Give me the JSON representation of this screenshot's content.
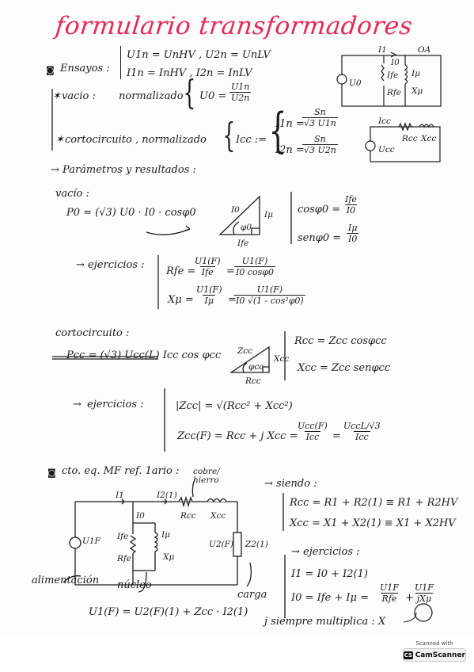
{
  "title": "formulario transformadores",
  "ensayos": {
    "label": "Ensayos :",
    "line1": "U1n = UnHV , U2n = UnLV",
    "line2": "I1n = InHV , I2n = InLV",
    "vacio_label": "vacio :",
    "vacio_norm": "normalizado",
    "vacio_u0": "U0 =",
    "vacio_num": "U1n",
    "vacio_den": "U2n",
    "cc_label": "cortocircuito , normalizado",
    "cc_icc": "Icc :=",
    "cc_i1n": "I1n =",
    "cc_sn": "Sn",
    "cc_den1": "√3 U1n",
    "cc_i2n": "I2n =",
    "cc_den2": "√3 U2n"
  },
  "circuit_top": {
    "i1": "I1",
    "oa": "OA",
    "i0": "I0",
    "ife": "Ife",
    "imu": "Iμ",
    "u0": "U0",
    "rfe": "Rfe",
    "xmu": "Xμ"
  },
  "circuit_cc": {
    "icc": "Icc",
    "ucc": "Ucc",
    "rcc": "Rcc",
    "xcc": "Xcc"
  },
  "parametros": "→ Parámetros y resultados :",
  "vacio2": {
    "label": "vacío :",
    "p0": "P0 = (√3) U0 · I0 · cosφ0",
    "tri_i0": "I0",
    "tri_imu": "Iμ",
    "tri_phi": "φ0",
    "tri_ife": "Ife",
    "cos_lhs": "cosφ0 =",
    "cos_num": "Ife",
    "cos_den": "I0",
    "sen_lhs": "senφ0 =",
    "sen_num": "Iμ",
    "sen_den": "I0",
    "ej": "→ ejercicios :",
    "rfe_lhs": "Rfe =",
    "rfe_n1": "U1(F)",
    "rfe_d1": "Ife",
    "rfe_n2": "U1(F)",
    "rfe_d2": "I0 cosφ0",
    "xmu_lhs": "Xμ =",
    "xmu_n1": "U1(F)",
    "xmu_d1": "Iμ",
    "xmu_n2": "U1(F)",
    "xmu_d2": "I0 √(1 - cos²φ0)"
  },
  "cortocircuito2": {
    "label": "cortocircuito :",
    "pcc": "Pcc = (√3) Ucc(L) Icc cos φcc",
    "tri_zcc": "Zcc",
    "tri_xcc": "Xcc",
    "tri_phi": "φcc",
    "tri_rcc": "Rcc",
    "rcc": "Rcc = Zcc cosφcc",
    "xcc": "Xcc = Zcc senφcc",
    "ej": "ejercicios :",
    "mod": "|Zcc| = √(Rcc² + Xcc²)",
    "zcc_lhs": "Zcc(F) = Rcc + j Xcc =",
    "zcc_n1": "Ucc(F)",
    "zcc_d1": "Icc",
    "zcc_n2": "UccL/√3",
    "zcc_d2": "Icc"
  },
  "cto": {
    "label": "cto. eq. MF ref. 1ario :",
    "cobre": "cobre/\nhierro",
    "i1": "I1",
    "i2": "I2(1)",
    "rcc": "Rcc",
    "xcc": "Xcc",
    "i0": "I0",
    "u1f": "U1F",
    "ife": "Ife",
    "imu": "Iμ",
    "rfe": "Rfe",
    "xmu": "Xμ",
    "u2": "U2(F)",
    "z2": "Z2(1)",
    "alim": "alimentación",
    "nucleo": "núcleo",
    "carga": "carga",
    "eq": "U1(F) = U2(F)(1) + Zcc · I2(1)"
  },
  "siendo": {
    "label": "→ siendo :",
    "rcc": "Rcc = R1 + R2(1) ≡ R1 + R2HV",
    "xcc": "Xcc = X1 + X2(1) ≡ X1 + X2HV",
    "ej": "→ ejercicios :",
    "i1": "I1 = I0 + I2(1)",
    "i0_lhs": "I0 = Ife + Iμ =",
    "i0_n1": "U1F",
    "i0_d1": "Rfe",
    "i0_n2": "U1F",
    "i0_d2": "jXμ",
    "note": "j siempre multiplica : X"
  },
  "badge": {
    "scanned": "Scanned with",
    "brand": "CamScanner",
    "logo": "CS"
  },
  "colors": {
    "title": "#e8275a",
    "ink": "#1b1b1b"
  }
}
